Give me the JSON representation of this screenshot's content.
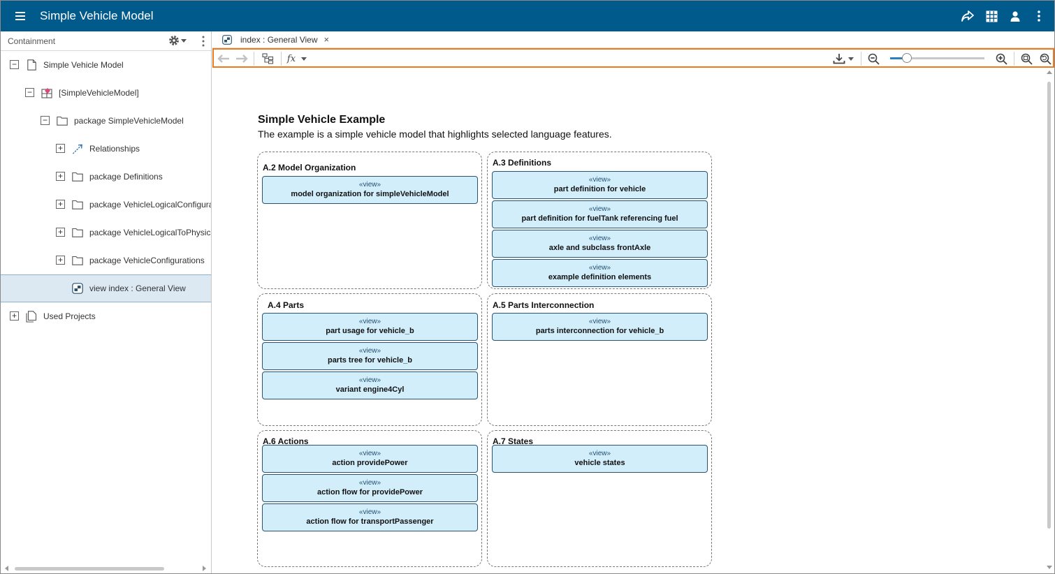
{
  "app": {
    "title": "Simple Vehicle Model"
  },
  "header_icons": [
    "share-icon",
    "grid-icon",
    "user-icon",
    "more-vert-icon"
  ],
  "left_panel": {
    "header": "Containment",
    "tree": [
      {
        "label": "Simple Vehicle Model",
        "toggle": "−",
        "icon": "document-icon"
      },
      {
        "label": "[SimpleVehicleModel]",
        "toggle": "−",
        "icon": "model-icon"
      },
      {
        "label": "package SimpleVehicleModel",
        "toggle": "−",
        "icon": "folder-icon"
      },
      {
        "label": "Relationships",
        "toggle": "+",
        "icon": "relationship-icon"
      },
      {
        "label": "package Definitions",
        "toggle": "+",
        "icon": "folder-icon"
      },
      {
        "label": "package VehicleLogicalConfigura",
        "toggle": "+",
        "icon": "folder-icon"
      },
      {
        "label": "package VehicleLogicalToPhysica",
        "toggle": "+",
        "icon": "folder-icon"
      },
      {
        "label": "package VehicleConfigurations",
        "toggle": "+",
        "icon": "folder-icon"
      },
      {
        "label": "view index : General View",
        "toggle": "",
        "icon": "view-icon",
        "selected": true
      },
      {
        "label": "Used Projects",
        "toggle": "+",
        "icon": "documents-icon"
      }
    ]
  },
  "tab": {
    "label": "index : General View",
    "close": "×"
  },
  "toolbar": {
    "zoom_level": 0.18,
    "formula_label": "fx"
  },
  "diagram": {
    "title": "Simple Vehicle Example",
    "subtitle": "The example is a simple vehicle model that highlights selected language features.",
    "stereotype": "«view»",
    "groups": [
      {
        "title": "A.2 Model Organization",
        "views": [
          "model organization for simpleVehicleModel"
        ]
      },
      {
        "title": "A.3 Definitions",
        "views": [
          "part definition for vehicle",
          "part definition for fuelTank referencing fuel",
          "axle and subclass frontAxle",
          "example definition elements"
        ]
      },
      {
        "title": "A.4 Parts",
        "views": [
          "part usage for vehicle_b",
          "parts tree for vehicle_b",
          "variant engine4Cyl"
        ]
      },
      {
        "title": "A.5 Parts Interconnection",
        "views": [
          "parts interconnection for vehicle_b"
        ]
      },
      {
        "title": "A.6 Actions",
        "views": [
          "action providePower",
          "action flow for providePower",
          "action flow for transportPassenger"
        ]
      },
      {
        "title": "A.7 States",
        "views": [
          "vehicle states"
        ]
      }
    ]
  }
}
